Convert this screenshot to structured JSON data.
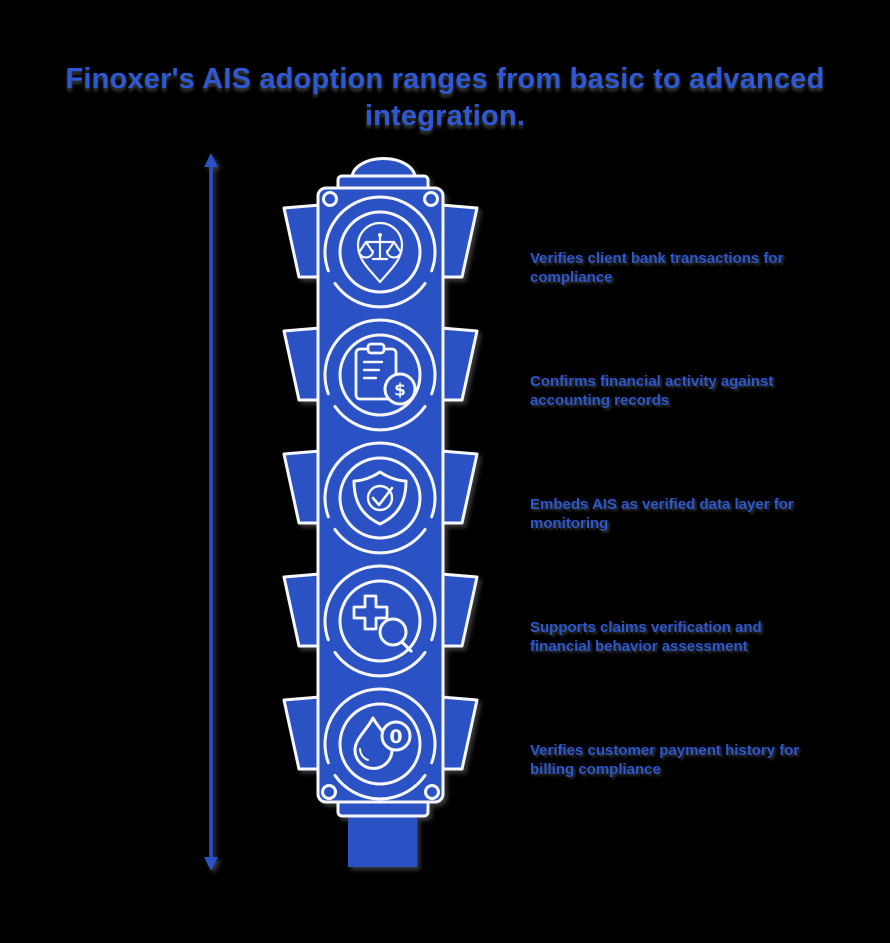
{
  "title": {
    "line1": "Finoxer's AIS adoption ranges from basic to advanced",
    "line2": "integration."
  },
  "colors": {
    "primary_blue": "#2b52c5",
    "title_blue": "#2e59d3",
    "label_blue": "#2c57cf",
    "outline_white": "#f5f7fc",
    "background": "#000000"
  },
  "infographic": {
    "type": "traffic-light-maturity-diagram",
    "levels": [
      {
        "icon": "scales-location-pin-icon",
        "label_line1": "Verifies client bank transactions for",
        "label_line2": "compliance"
      },
      {
        "icon": "clipboard-dollar-icon",
        "label_line1": "Confirms financial activity against",
        "label_line2": "accounting records"
      },
      {
        "icon": "shield-check-icon",
        "label_line1": "Embeds AIS as verified data layer for",
        "label_line2": "monitoring"
      },
      {
        "icon": "medical-cross-magnifier-icon",
        "label_line1": "Supports claims verification and",
        "label_line2": "financial behavior assessment"
      },
      {
        "icon": "water-drop-zero-icon",
        "label_line1": "Verifies customer payment history for",
        "label_line2": "billing compliance"
      }
    ],
    "coin_symbol": "$",
    "badge_value": "0"
  }
}
